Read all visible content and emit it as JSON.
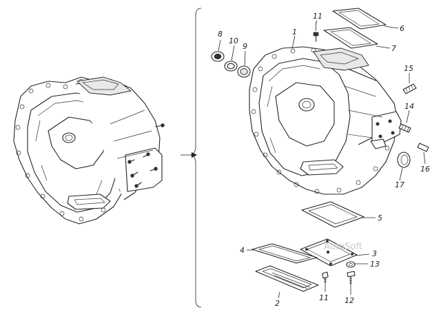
{
  "diagram": {
    "watermark": "AutoSoft",
    "callouts": {
      "c1": "1",
      "c2": "2",
      "c3": "3",
      "c4": "4",
      "c5": "5",
      "c6": "6",
      "c7": "7",
      "c8": "8",
      "c9": "9",
      "c10": "10",
      "c11a": "11",
      "c11b": "11",
      "c12": "12",
      "c13": "13",
      "c14": "14",
      "c15": "15",
      "c16": "16",
      "c17": "17"
    }
  }
}
